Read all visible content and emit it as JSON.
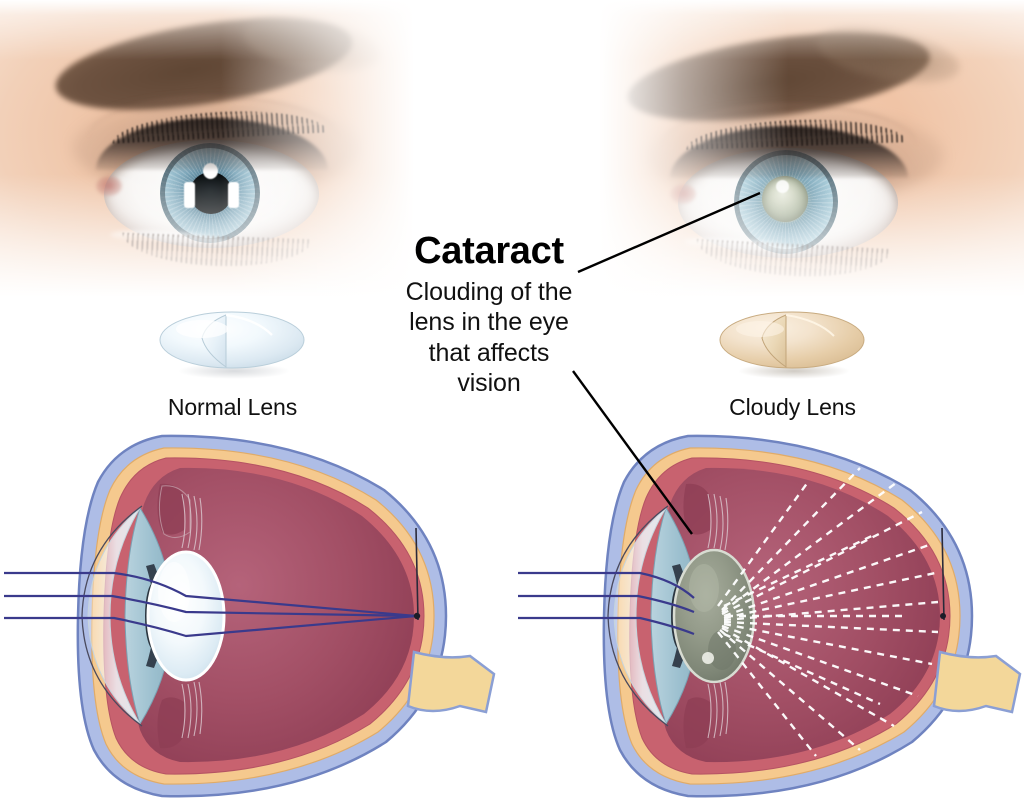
{
  "illustration": {
    "title": "Cataract",
    "description": "Clouding of the\nlens in the eye\nthat affects\nvision",
    "description_lines": [
      "Clouding of the",
      "lens in the eye",
      "that affects",
      "vision"
    ]
  },
  "labels": {
    "normal_lens": "Normal Lens",
    "cloudy_lens": "Cloudy Lens"
  },
  "panels": {
    "left": {
      "side_label": "normal",
      "photo_alt": "normal-eye-photo",
      "pupil_state": "clear black pupil",
      "lens_state": "clear",
      "light_behavior": "rays focus to a single point on the retina"
    },
    "right": {
      "side_label": "cataract",
      "photo_alt": "cataract-eye-photo",
      "pupil_state": "cloudy gray-white pupil",
      "lens_state": "opaque / clouded",
      "light_behavior": "rays scatter in many directions"
    }
  },
  "anatomy": {
    "sclera": "sclera",
    "cornea": "cornea",
    "iris": "iris",
    "pupil": "pupil",
    "lens": "lens",
    "ciliary_body": "ciliary body",
    "vitreous": "vitreous humor",
    "retina": "retina",
    "choroid": "choroid",
    "optic_nerve": "optic nerve",
    "focal_point": "focal point"
  },
  "colors": {
    "sclera_outline": "#8b9fd4",
    "sclera_fill": "#aebde6",
    "choroid": "#f5c98e",
    "retina_red": "#c8626f",
    "vitreous": "#9d4158",
    "vitreous_light": "#b05a6c",
    "cornea": "#e8eef2",
    "aqueous_blue": "#9dbccd",
    "normal_lens": "#dfeef7",
    "cloudy_lens": "#8a9184",
    "light_ray": "#3a3a8c",
    "scattered_ray": "#ffffff",
    "optic_nerve": "#f3d79a",
    "text": "#000000",
    "leader_line": "#000000",
    "skin": "#f0c6a9",
    "iris_blue": "#9dc2d1",
    "pupil_cloudy": "#b4bda6"
  },
  "light_rays": {
    "normal": {
      "count": 3,
      "type": "solid",
      "color": "#3a3a8c",
      "converges": true
    },
    "cataract": {
      "count": 3,
      "incoming_type": "solid",
      "scattered_count": 16,
      "scattered_type": "dashed",
      "scattered_color": "#ffffff",
      "converges": false
    }
  }
}
